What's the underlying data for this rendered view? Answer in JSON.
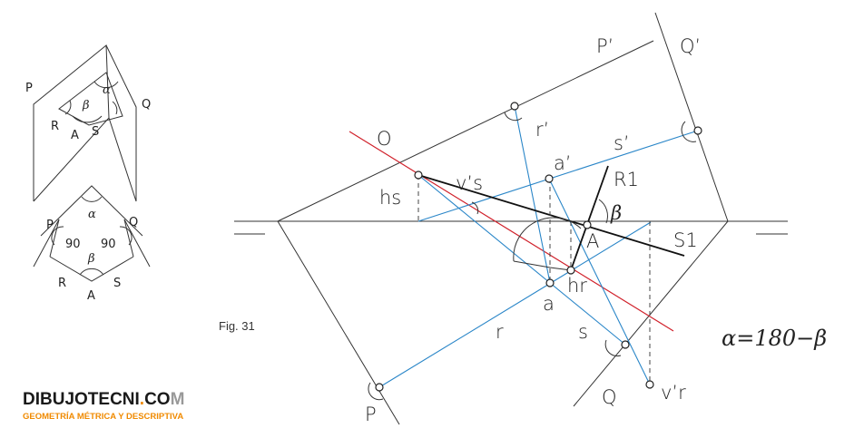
{
  "labels": {
    "left_top": {
      "P": "P",
      "Q": "Q",
      "R": "R",
      "A": "A",
      "S": "S",
      "alpha": "α",
      "beta": "β"
    },
    "left_bottom": {
      "P": "P",
      "Q": "Q",
      "R": "R",
      "A": "A",
      "S": "S",
      "alpha": "α",
      "beta": "β",
      "ninety_left": "90",
      "ninety_right": "90"
    },
    "main": {
      "P_prime": "P’",
      "Q_prime": "Q’",
      "O": "O",
      "r_prime": "r’",
      "s_prime": "s’",
      "a_prime": "a’",
      "R1": "R1",
      "hs": "hs",
      "vs": "v’s",
      "beta": "β",
      "A": "A",
      "S1": "S1",
      "hr": "hr",
      "a": "a",
      "r": "r",
      "s": "s",
      "Q": "Q",
      "vr": "v’r",
      "P": "P"
    }
  },
  "fig_label": "Fig. 31",
  "formula": "α=180−β",
  "logo": {
    "name_start": "DIBUJOTECNI",
    "name_dot": ".",
    "name_co": "CO",
    "name_m": "M",
    "tagline": "GEOMETRÍA MÉTRICA Y DESCRIPTIVA"
  },
  "colors": {
    "blue_lines": "#2a86c8",
    "red_line": "#d0202a",
    "black_lines": "#333333",
    "logo_accent": "#f08a00"
  }
}
